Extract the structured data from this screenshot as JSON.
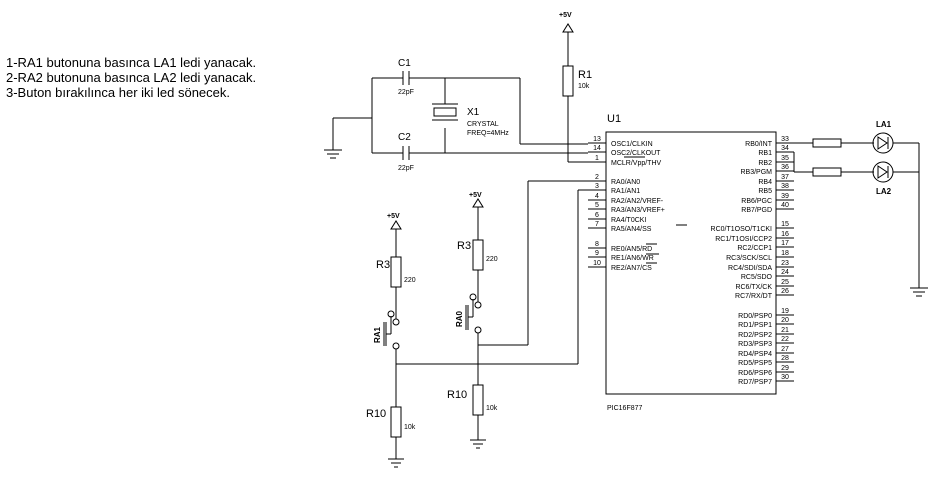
{
  "notes": [
    "1-RA1 butonuna basınca LA1 ledi yanacak.",
    "2-RA2 butonuna basınca LA2 ledi yanacak.",
    "3-Buton bırakılınca her iki led sönecek."
  ],
  "chip": {
    "ref": "U1",
    "part": "PIC16F877",
    "left_pins": [
      {
        "num": "13",
        "name": "OSC1/CLKIN"
      },
      {
        "num": "14",
        "name": "OSC2/CLKOUT"
      },
      {
        "num": "1",
        "name": "MCLR/Vpp/THV"
      },
      {
        "num": "2",
        "name": "RA0/AN0"
      },
      {
        "num": "3",
        "name": "RA1/AN1"
      },
      {
        "num": "4",
        "name": "RA2/AN2/VREF-"
      },
      {
        "num": "5",
        "name": "RA3/AN3/VREF+"
      },
      {
        "num": "6",
        "name": "RA4/T0CKI"
      },
      {
        "num": "7",
        "name": "RA5/AN4/SS"
      },
      {
        "num": "8",
        "name": "RE0/AN5/RD"
      },
      {
        "num": "9",
        "name": "RE1/AN6/WR"
      },
      {
        "num": "10",
        "name": "RE2/AN7/CS"
      }
    ],
    "right_pins": [
      {
        "num": "33",
        "name": "RB0/INT"
      },
      {
        "num": "34",
        "name": "RB1"
      },
      {
        "num": "35",
        "name": "RB2"
      },
      {
        "num": "36",
        "name": "RB3/PGM"
      },
      {
        "num": "37",
        "name": "RB4"
      },
      {
        "num": "38",
        "name": "RB5"
      },
      {
        "num": "39",
        "name": "RB6/PGC"
      },
      {
        "num": "40",
        "name": "RB7/PGD"
      },
      {
        "num": "15",
        "name": "RC0/T1OSO/T1CKI"
      },
      {
        "num": "16",
        "name": "RC1/T1OSI/CCP2"
      },
      {
        "num": "17",
        "name": "RC2/CCP1"
      },
      {
        "num": "18",
        "name": "RC3/SCK/SCL"
      },
      {
        "num": "23",
        "name": "RC4/SDI/SDA"
      },
      {
        "num": "24",
        "name": "RC5/SDO"
      },
      {
        "num": "25",
        "name": "RC6/TX/CK"
      },
      {
        "num": "26",
        "name": "RC7/RX/DT"
      },
      {
        "num": "19",
        "name": "RD0/PSP0"
      },
      {
        "num": "20",
        "name": "RD1/PSP1"
      },
      {
        "num": "21",
        "name": "RD2/PSP2"
      },
      {
        "num": "22",
        "name": "RD3/PSP3"
      },
      {
        "num": "27",
        "name": "RD4/PSP4"
      },
      {
        "num": "28",
        "name": "RD5/PSP5"
      },
      {
        "num": "29",
        "name": "RD6/PSP6"
      },
      {
        "num": "30",
        "name": "RD7/PSP7"
      }
    ]
  },
  "components": {
    "c1": {
      "ref": "C1",
      "value": "22pF"
    },
    "c2": {
      "ref": "C2",
      "value": "22pF"
    },
    "x1": {
      "ref": "X1",
      "type": "CRYSTAL",
      "freq": "FREQ=4MHz"
    },
    "r1": {
      "ref": "R1",
      "value": "10k"
    },
    "r3a": {
      "ref": "R3",
      "value": "220"
    },
    "r3b": {
      "ref": "R3",
      "value": "220"
    },
    "r10a": {
      "ref": "R10",
      "value": "10k"
    },
    "r10b": {
      "ref": "R10",
      "value": "10k"
    },
    "btn_ra1": {
      "ref": "RA1"
    },
    "btn_ra0": {
      "ref": "RA0"
    },
    "la1": {
      "ref": "LA1"
    },
    "la2": {
      "ref": "LA2"
    }
  },
  "power": {
    "vcc_label": "+5V"
  }
}
